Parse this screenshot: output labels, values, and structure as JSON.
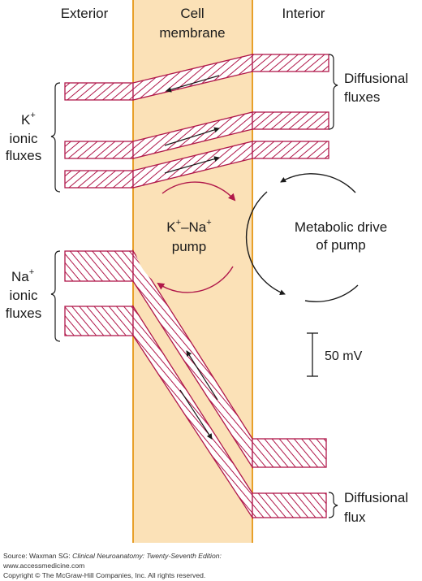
{
  "labels": {
    "exterior": "Exterior",
    "membrane_line1": "Cell",
    "membrane_line2": "membrane",
    "interior": "Interior",
    "k_ion": "K",
    "k_sup": "+",
    "k_ionic": "ionic",
    "k_fluxes": "fluxes",
    "na_ion": "Na",
    "na_sup": "+",
    "na_ionic": "ionic",
    "na_fluxes": "fluxes",
    "diff_line1": "Diffusional",
    "diff_line2": "fluxes",
    "diff2_line1": "Diffusional",
    "diff2_line2": "flux",
    "pump_k": "K",
    "pump_sup1": "+",
    "pump_dash_na": "–Na",
    "pump_sup2": "+",
    "pump_word": "pump",
    "metabolic_line1": "Metabolic drive",
    "metabolic_line2": "of pump",
    "scale": "50 mV"
  },
  "credits": {
    "source_prefix": "Source: Waxman SG: ",
    "source_title": "Clinical Neuroanatomy: Twenty-Seventh Edition:",
    "site": "www.accessmedicine.com",
    "copyright": "Copyright © The McGraw-Hill Companies, Inc. All rights reserved."
  },
  "colors": {
    "membrane_fill": "#fbe1b7",
    "membrane_border": "#e8a02a",
    "band_color": "#b0184a",
    "pump_arrow": "#b0184a",
    "arrow_dark": "#1a1a1a"
  }
}
